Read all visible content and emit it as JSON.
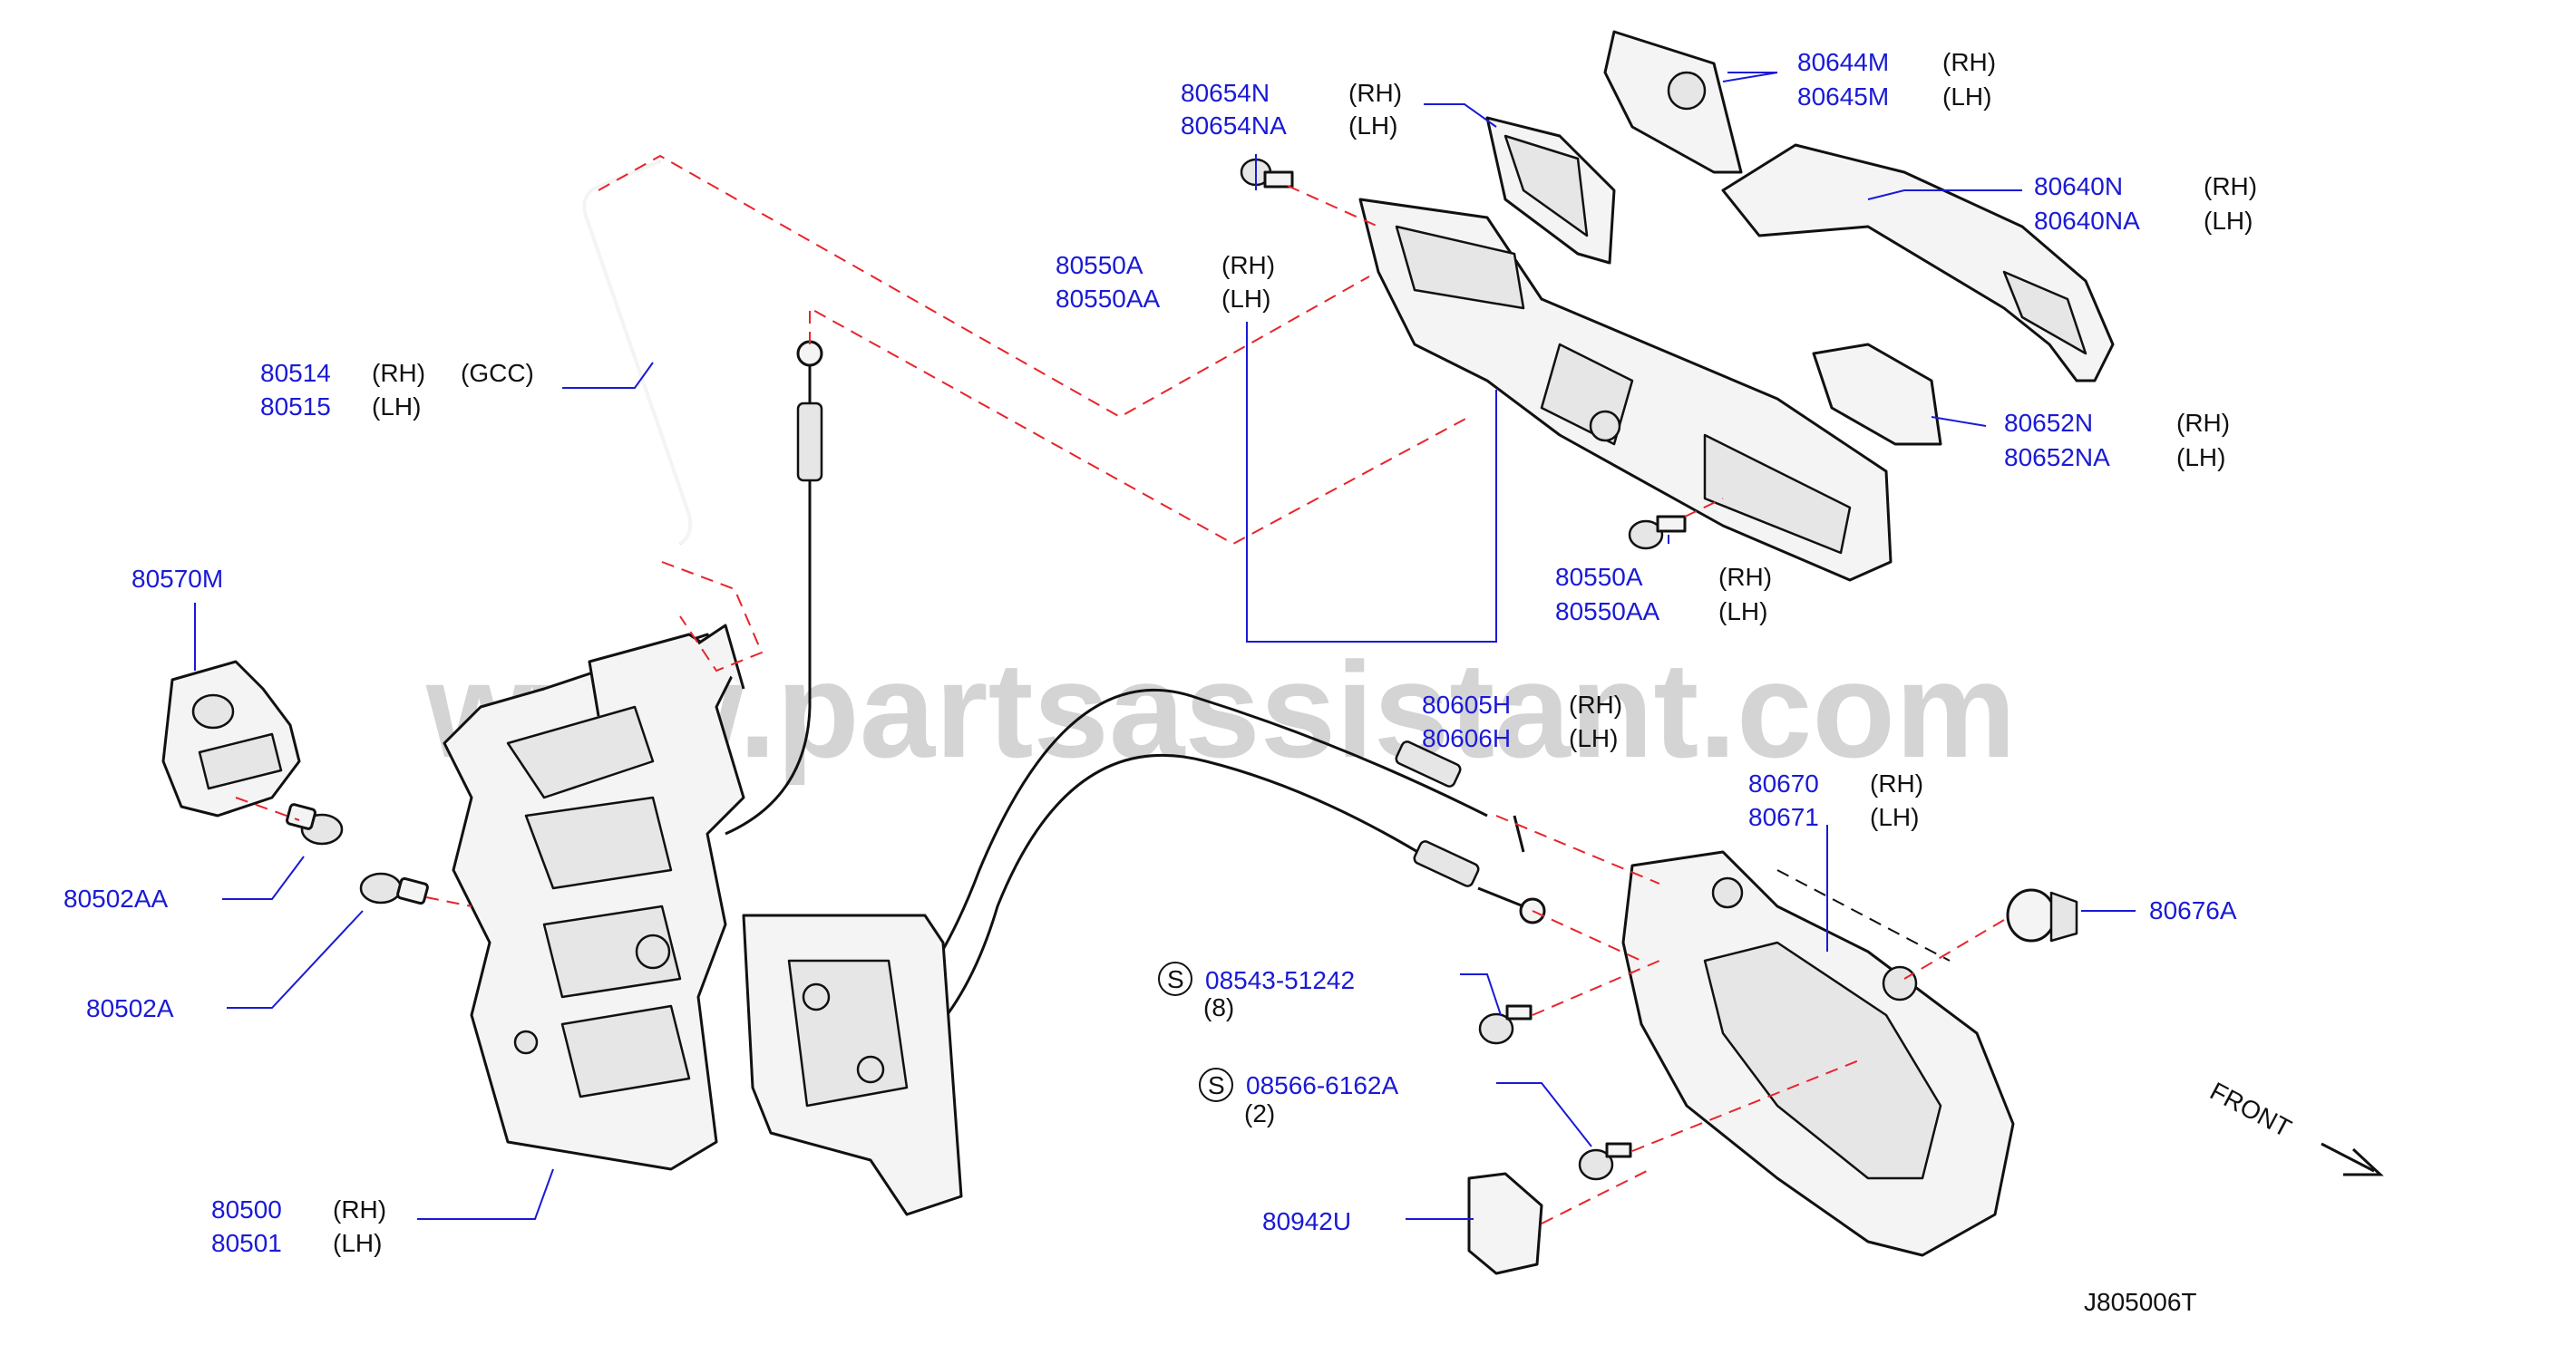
{
  "watermark": "www.partsassistant.com",
  "diagram_code": "J805006T",
  "front_label": "FRONT",
  "callouts": {
    "c80654": {
      "pn1": "80654N",
      "s1": "(RH)",
      "pn2": "80654NA",
      "s2": "(LH)"
    },
    "c80644": {
      "pn1": "80644M",
      "s1": "(RH)",
      "pn2": "80645M",
      "s2": "(LH)"
    },
    "c80640": {
      "pn1": "80640N",
      "s1": "(RH)",
      "pn2": "80640NA",
      "s2": "(LH)"
    },
    "c80550a": {
      "pn1": "80550A",
      "s1": "(RH)",
      "pn2": "80550AA",
      "s2": "(LH)"
    },
    "c80514": {
      "pn1": "80514",
      "s1": "(RH)",
      "note": "(GCC)",
      "pn2": "80515",
      "s2": "(LH)"
    },
    "c80652": {
      "pn1": "80652N",
      "s1": "(RH)",
      "pn2": "80652NA",
      "s2": "(LH)"
    },
    "c80570": {
      "pn1": "80570M"
    },
    "c80550b": {
      "pn1": "80550A",
      "s1": "(RH)",
      "pn2": "80550AA",
      "s2": "(LH)"
    },
    "c80605": {
      "pn1": "80605H",
      "s1": "(RH)",
      "pn2": "80606H",
      "s2": "(LH)"
    },
    "c80670": {
      "pn1": "80670",
      "s1": "(RH)",
      "pn2": "80671",
      "s2": "(LH)"
    },
    "c80502aa": {
      "pn1": "80502AA"
    },
    "c80676": {
      "pn1": "80676A"
    },
    "c80502a": {
      "pn1": "80502A"
    },
    "c08543": {
      "symbol": "S",
      "pn1": "08543-51242",
      "qty": "(8)"
    },
    "c08566": {
      "symbol": "S",
      "pn1": "08566-6162A",
      "qty": "(2)"
    },
    "c80500": {
      "pn1": "80500",
      "s1": "(RH)",
      "pn2": "80501",
      "s2": "(LH)"
    },
    "c80942": {
      "pn1": "80942U"
    }
  }
}
